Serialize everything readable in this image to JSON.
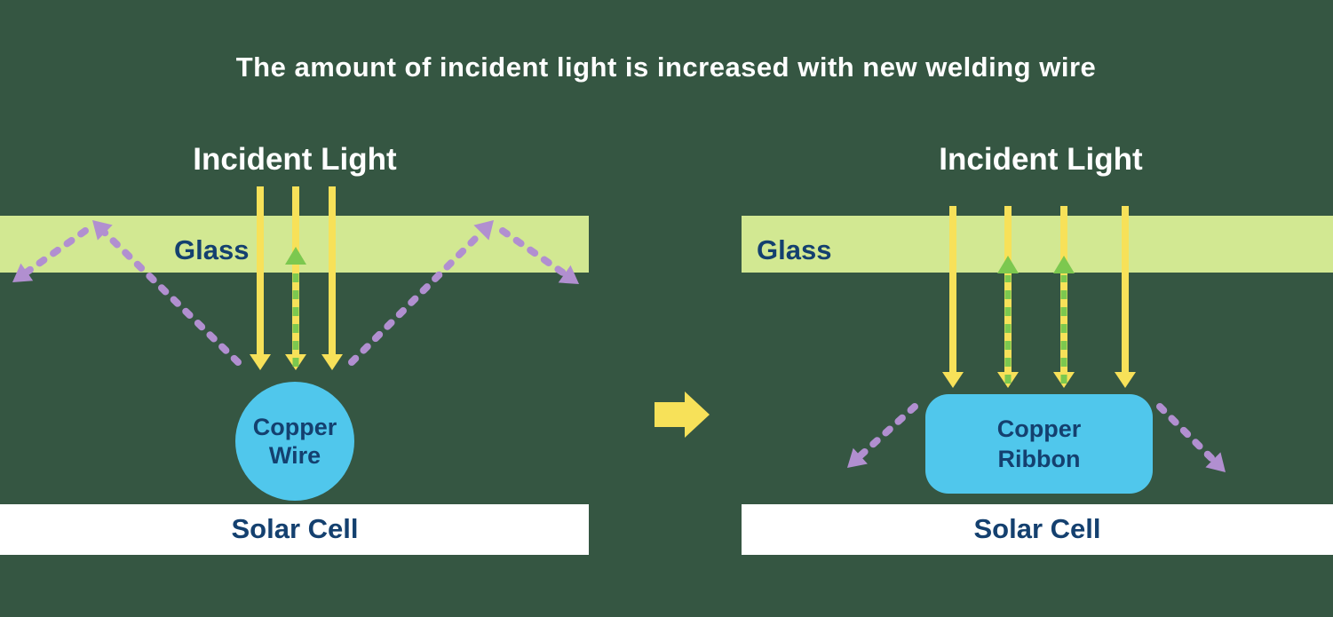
{
  "title": "The amount of incident light is increased with new welding wire",
  "palette": {
    "background": "#355642",
    "glass": "#d2e892",
    "incident_yellow": "#f7e159",
    "reflected_green": "#7cc84f",
    "scattered_purple": "#b18fd0",
    "conductor_blue": "#50c7ec",
    "label_navy": "#14406f",
    "solar_cell_white": "#ffffff"
  },
  "left_panel": {
    "incident_light": "Incident Light",
    "glass": "Glass",
    "conductor": {
      "line1": "Copper",
      "line2": "Wire"
    },
    "solar_cell": "Solar Cell"
  },
  "right_panel": {
    "incident_light": "Incident Light",
    "glass": "Glass",
    "conductor": {
      "line1": "Copper",
      "line2": "Ribbon"
    },
    "solar_cell": "Solar Cell"
  }
}
